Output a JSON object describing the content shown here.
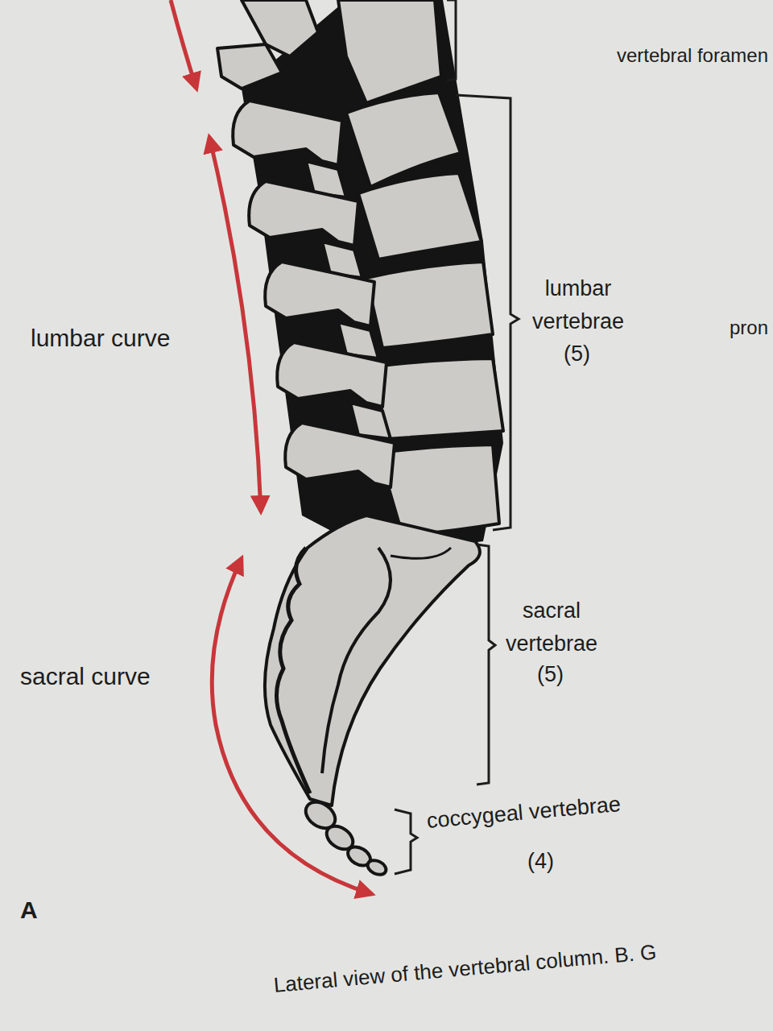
{
  "diagram": {
    "caption": "Lateral view of the vertebral column. B. G",
    "labels": [
      "vertebral foramen",
      "lumbar curve",
      "lumbar vertebrae",
      "(5)",
      "pron",
      "sacral curve",
      "sacral vertebrae",
      "(5)",
      "coccygeal vertebrae",
      "(4)",
      "A"
    ]
  }
}
